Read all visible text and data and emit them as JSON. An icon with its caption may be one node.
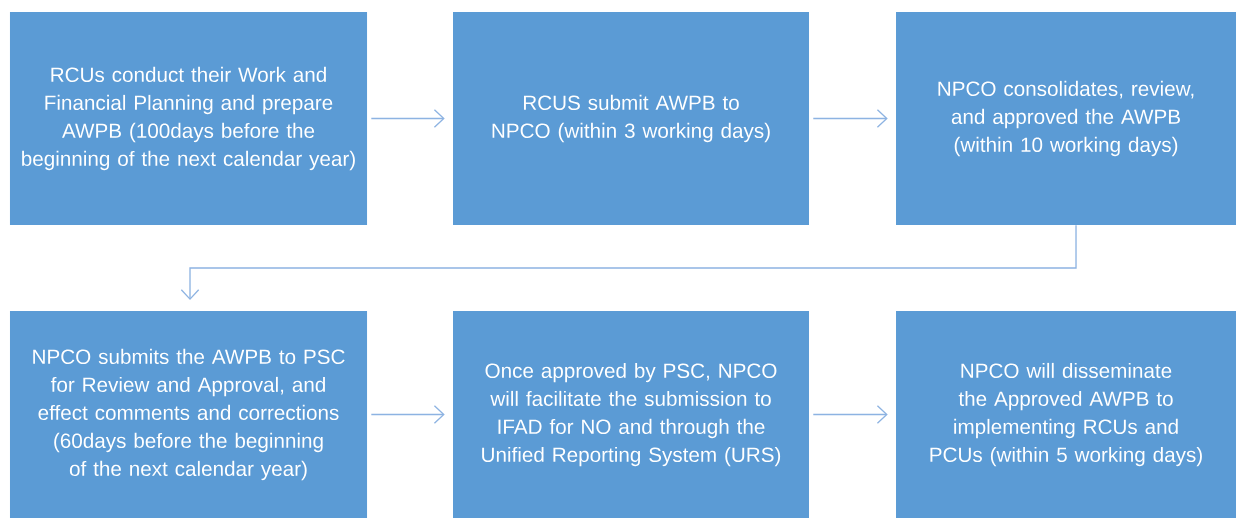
{
  "diagram": {
    "nodes": [
      {
        "text": [
          "RCUs conduct their Work and Financial Planning and prepare AWPB (100days before the beginning of the next calendar year)"
        ]
      },
      {
        "text": [
          "RCUS submit AWPB to NPCO (within 3 working days)"
        ]
      },
      {
        "text": [
          "NPCO consolidates, review, and approved the AWPB (within 10 working days)"
        ]
      },
      {
        "text": [
          "NPCO submits the AWPB to PSC for Review and Approval, and effect comments and corrections (60days before the beginning of the next calendar year)"
        ]
      },
      {
        "text": [
          "Once approved by PSC, NPCO will facilitate the submission to IFAD for NO and through the Unified Reporting System (URS)"
        ]
      },
      {
        "text": [
          "NPCO will disseminate the Approved AWPB to implementing RCUs and PCUs (within 5 working days)"
        ]
      }
    ],
    "edges": [
      {
        "from": 0,
        "to": 1,
        "arrow": "to"
      },
      {
        "from": 1,
        "to": 2,
        "arrow": "to"
      },
      {
        "from": 2,
        "to": 3,
        "arrow": "to"
      },
      {
        "from": 3,
        "to": 4,
        "arrow": "to"
      },
      {
        "from": 4,
        "to": 5,
        "arrow": "to"
      }
    ]
  }
}
